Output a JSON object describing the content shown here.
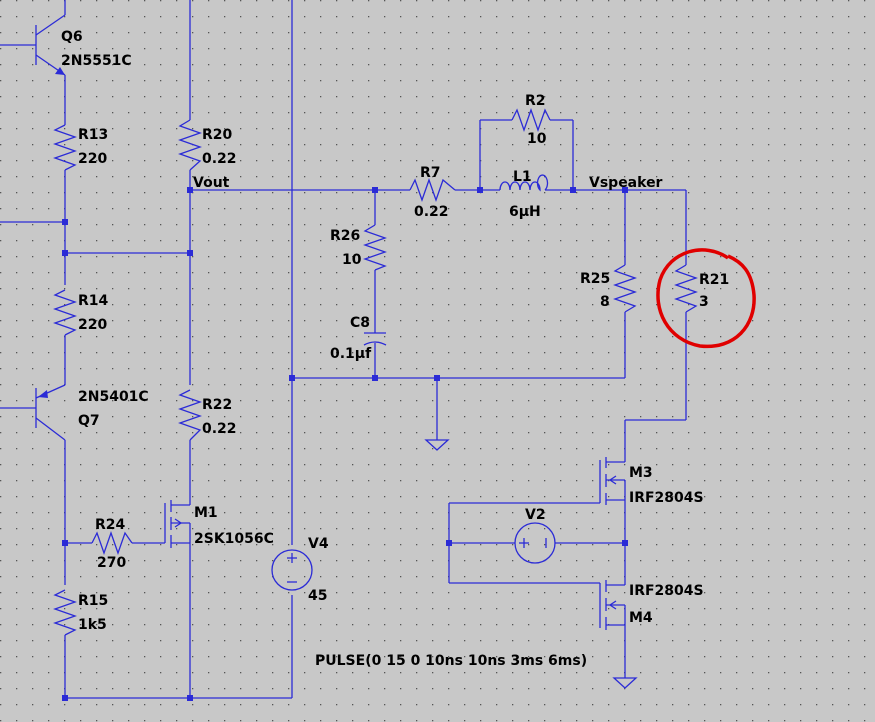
{
  "schematic": {
    "net_labels": {
      "vout": "Vout",
      "vspeaker": "Vspeaker"
    },
    "components": {
      "q6": {
        "ref": "Q6",
        "value": "2N5551C"
      },
      "q7": {
        "ref": "Q7",
        "value": "2N5401C"
      },
      "r13": {
        "ref": "R13",
        "value": "220"
      },
      "r14": {
        "ref": "R14",
        "value": "220"
      },
      "r15": {
        "ref": "R15",
        "value": "1k5"
      },
      "r20": {
        "ref": "R20",
        "value": "0.22"
      },
      "r22": {
        "ref": "R22",
        "value": "0.22"
      },
      "r24": {
        "ref": "R24",
        "value": "270"
      },
      "m1": {
        "ref": "M1",
        "value": "2SK1056C"
      },
      "v4": {
        "ref": "V4",
        "value": "45"
      },
      "r7": {
        "ref": "R7",
        "value": "0.22"
      },
      "r2": {
        "ref": "R2",
        "value": "10"
      },
      "l1": {
        "ref": "L1",
        "value": "6µH"
      },
      "r26": {
        "ref": "R26",
        "value": "10"
      },
      "c8": {
        "ref": "C8",
        "value": "0.1µf"
      },
      "r25": {
        "ref": "R25",
        "value": "8"
      },
      "r21": {
        "ref": "R21",
        "value": "3"
      },
      "m3": {
        "ref": "M3",
        "value": "IRF2804S"
      },
      "m4": {
        "ref": "M4",
        "value": "IRF2804S"
      },
      "v2": {
        "ref": "V2",
        "value": ""
      }
    },
    "pulse_spec": "PULSE(0 15 0 10ns 10ns 3ms 6ms)",
    "colors": {
      "background": "#c8c8c8",
      "wire": "#2b2bd6",
      "highlight": "#e00000"
    }
  }
}
